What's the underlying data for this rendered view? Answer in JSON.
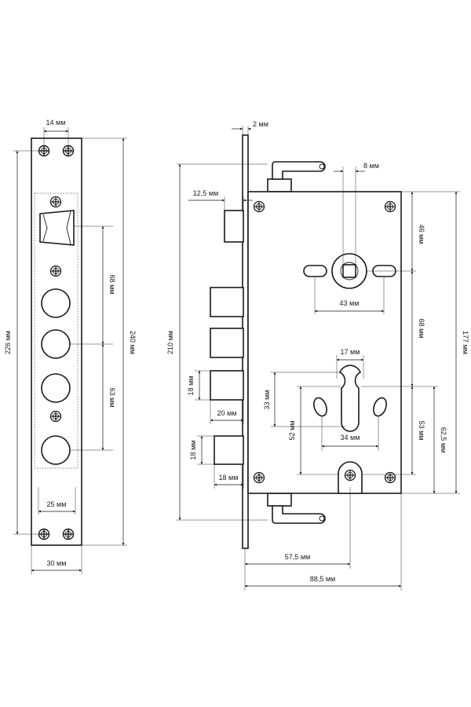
{
  "dimensions": {
    "left_top_width": "14 мм",
    "left_height_226": "226 мм",
    "left_height_240": "240 мм",
    "left_68": "68 мм",
    "left_63": "63 мм",
    "left_25": "25 мм",
    "left_30": "30 мм",
    "plate_2": "2 мм",
    "spindle_8": "8 мм",
    "bolt_12_5": "12,5 мм",
    "body_46": "46 мм",
    "height_210": "210 мм",
    "holes_43": "43 мм",
    "body_68": "68 мм",
    "body_177": "177 мм",
    "cyl_17": "17 мм",
    "bolt_18_a": "18 мм",
    "cyl_33": "33 мм",
    "bolt_20": "20 мм",
    "cyl_52": "52 мм",
    "cyl_34": "34 мм",
    "body_53": "53 мм",
    "body_62_5": "62,5 мм",
    "bolt_18_b": "18 мм",
    "bolt_18_c": "18 мм",
    "depth_57_5": "57,5 мм",
    "width_88_5": "88,5 мм"
  }
}
